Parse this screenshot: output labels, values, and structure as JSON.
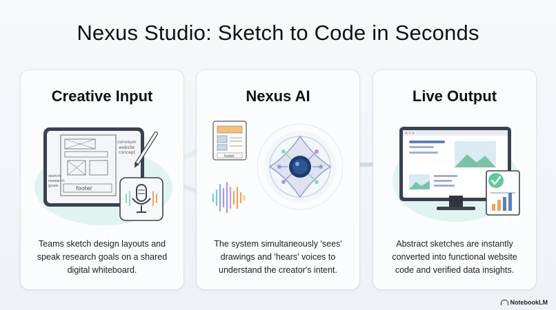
{
  "title": "Nexus Studio: Sketch to Code in Seconds",
  "cards": [
    {
      "heading": "Creative Input",
      "body": "Teams sketch design layouts and speak research goals on a shared digital whiteboard.",
      "sketch_notes": [
        "conveyor",
        "website",
        "concept"
      ],
      "side_notes": [
        "sketch",
        "research",
        "goals"
      ],
      "sketch_footer": "footer"
    },
    {
      "heading": "Nexus AI",
      "body": "The system simultaneously 'sees' drawings and 'hears' voices to understand the creator's intent.",
      "mini_footer": "footer"
    },
    {
      "heading": "Live Output",
      "body": "Abstract sketches are instantly converted into functional website code and verified data insights."
    }
  ],
  "brand": "NotebookLM",
  "colors": {
    "teal": "#8fd4c4",
    "purple": "#b9a8e6",
    "orange": "#f0a258",
    "navy": "#1f3c6e"
  }
}
